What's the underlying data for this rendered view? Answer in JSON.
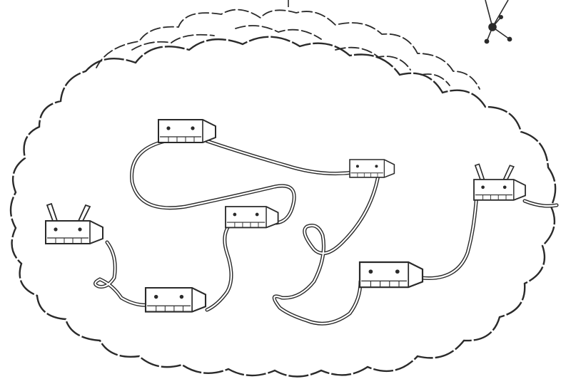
{
  "colors": {
    "ink": "#2a2a2a",
    "paper": "#ffffff"
  },
  "devices": [
    {
      "id": "device-top",
      "antenna": false,
      "front_dots": true
    },
    {
      "id": "device-right-mid",
      "antenna": false,
      "front_dots": true
    },
    {
      "id": "device-center",
      "antenna": false,
      "front_dots": true
    },
    {
      "id": "device-left",
      "antenna": true,
      "front_dots": true
    },
    {
      "id": "device-bottom-left",
      "antenna": false,
      "front_dots": true
    },
    {
      "id": "device-bottom-right",
      "antenna": false,
      "front_dots": true
    },
    {
      "id": "device-far-right",
      "antenna": true,
      "front_dots": true
    }
  ],
  "icons": [
    "cloud-outline",
    "rear-cloud-layer",
    "network-node-icon",
    "cable",
    "antenna"
  ]
}
